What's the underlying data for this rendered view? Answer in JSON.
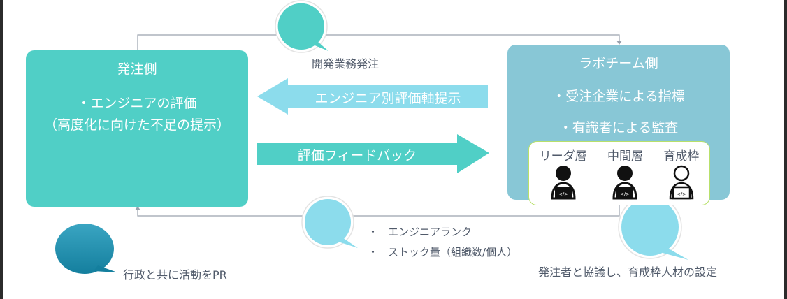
{
  "left_box": {
    "title": "発注側",
    "line1": "・エンジニアの評価",
    "line2": "（高度化に向けた不足の提示）"
  },
  "right_box": {
    "title": "ラボチーム側",
    "line1": "・受注企業による指標",
    "line2": "・有識者による監査"
  },
  "tiers": [
    {
      "label": "リーダ層"
    },
    {
      "label": "中間層"
    },
    {
      "label": "育成枠"
    }
  ],
  "arrows": {
    "to_left": "エンジニア別評価軸提示",
    "to_right": "評価フィードバック"
  },
  "top_label": "開発業務発注",
  "bottom_items": [
    "エンジニアランク",
    "ストック量（組織数/個人）"
  ],
  "bottom_right_label": "発注者と協議し、育成枠人材の設定",
  "bottom_left_label": "行政と共に活動をPR",
  "colors": {
    "teal": "#50cfc6",
    "lab": "#88c7d6",
    "light_arrow": "#8cdcec",
    "dark_bubble": "#1f8fae"
  }
}
